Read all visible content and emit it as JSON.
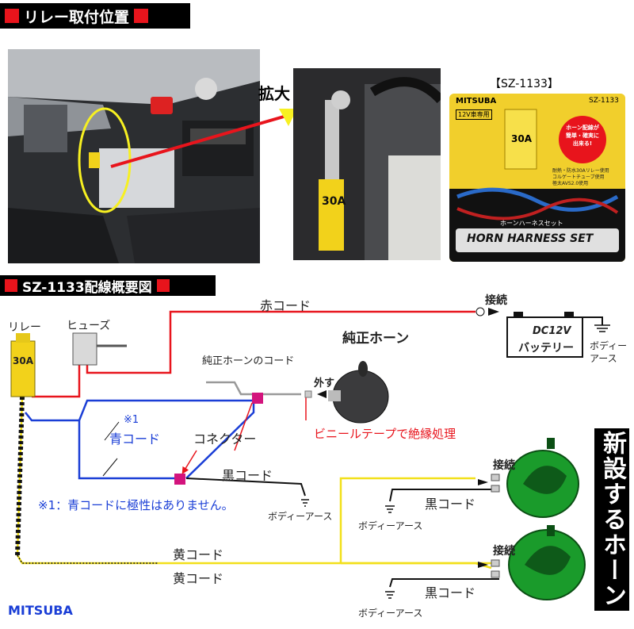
{
  "section1": {
    "title": "リレー取付位置"
  },
  "photos": {
    "zoom_label": "拡大",
    "product_code": "【SZ-1133】"
  },
  "package": {
    "brand": "MITSUBA",
    "code": "SZ-1133",
    "voltage": "12V車専用",
    "relay_rating": "30A",
    "badge": "ホーン配線が簡単・確実に出来る!",
    "features": [
      "耐熱・防水30Aリレー使用",
      "コルゲートチューブ使用",
      "極太AVS2.0使用"
    ],
    "subtitle": "ホーンハーネスセット",
    "name": "HORN HARNESS SET"
  },
  "section2": {
    "title": "SZ-1133配線概要図"
  },
  "diagram": {
    "relay": "リレー",
    "relay_rating": "30A",
    "fuse": "ヒューズ",
    "red_cord": "赤コード",
    "connect": "接続",
    "battery_label1": "DC12V",
    "battery_label2": "バッテリー",
    "body_earth": "ボディー\nアース",
    "oem_cord": "純正ホーンのコード",
    "oem_horn": "純正ホーン",
    "remove": "外す",
    "note_mark": "※1",
    "blue_cord": "青コード",
    "connector": "コネクター",
    "vinyl_tape": "ビニールテープで絶縁処理",
    "black_cord": "黒コード",
    "body_earth_inline": "ボディーアース",
    "note": "※1：青コードに極性はありません。",
    "yellow_cord": "黄コード",
    "new_horn": "新設するホーン"
  },
  "footer": {
    "brand": "MITSUBA"
  }
}
